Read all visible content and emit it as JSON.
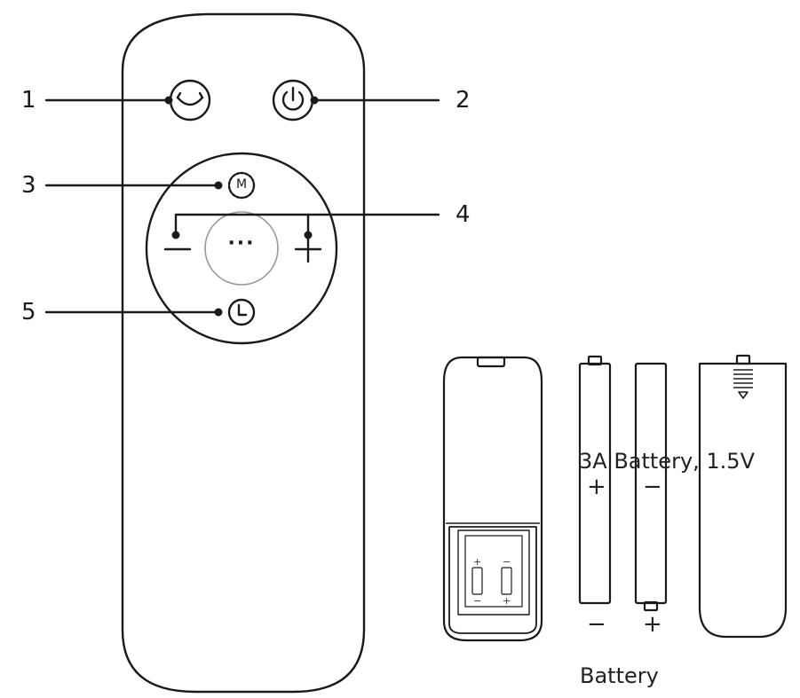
{
  "callouts": [
    {
      "number": "1",
      "icon": "swing-icon"
    },
    {
      "number": "2",
      "icon": "power-icon"
    },
    {
      "number": "3",
      "icon": "mode-icon"
    },
    {
      "number": "4",
      "icon": "plus-minus-icon"
    },
    {
      "number": "5",
      "icon": "timer-icon"
    }
  ],
  "buttons": {
    "mode_letter": "M",
    "center_dots": "···"
  },
  "battery_section": {
    "spec": "3A Battery, 1.5V",
    "caption": "Battery",
    "plus_sign": "+",
    "minus_sign": "−"
  },
  "colors": {
    "stroke": "#1a1a1a",
    "background": "#ffffff"
  }
}
